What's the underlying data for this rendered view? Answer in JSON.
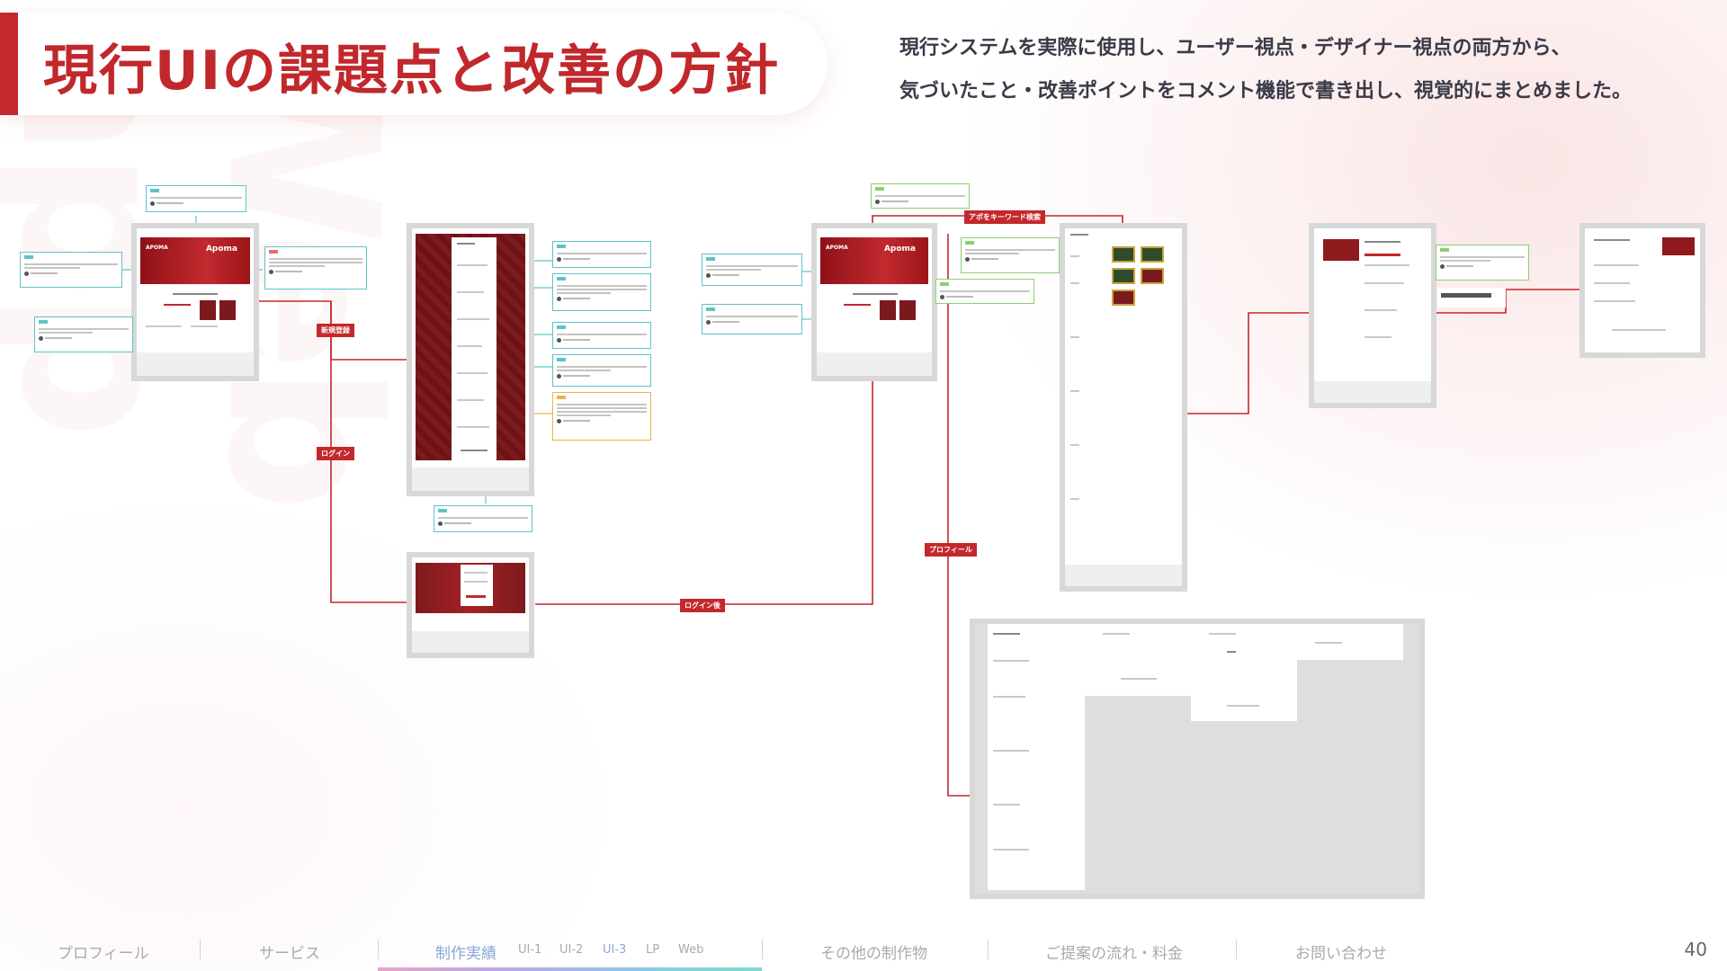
{
  "title": "現行UIの課題点と改善の方針",
  "description": [
    "現行システムを実際に使用し、ユーザー視点・デザイナー視点の両方から、",
    "気づいたこと・改善ポイントをコメント機能で書き出し、視覚的にまとめました。"
  ],
  "watermark": "Web app",
  "flow_labels": {
    "signup": "新規登録",
    "login": "ログイン",
    "after_login": "ログイン後",
    "profile": "プロフィール",
    "keyword_search": "アポをキーワード検索"
  },
  "screens": {
    "top_brand": "APOMA",
    "top_mark": "Apoma"
  },
  "nav": {
    "items": [
      {
        "label": "プロフィール",
        "active": false
      },
      {
        "label": "サービス",
        "active": false
      },
      {
        "label": "制作実績",
        "active": true
      },
      {
        "label": "その他の制作物",
        "active": false
      },
      {
        "label": "ご提案の流れ・料金",
        "active": false
      },
      {
        "label": "お問い合わせ",
        "active": false
      }
    ],
    "subs": [
      {
        "label": "UI-1",
        "active": false
      },
      {
        "label": "UI-2",
        "active": false
      },
      {
        "label": "UI-3",
        "active": true
      },
      {
        "label": "LP",
        "active": false
      },
      {
        "label": "Web",
        "active": false
      }
    ],
    "page_number": "40"
  },
  "colors": {
    "accent": "#c3282c",
    "note_border": "#5ec3c7",
    "note_warning": "#e9b34a",
    "note_ok": "#8dcf6f",
    "nav_active": "#8aa7d8"
  }
}
